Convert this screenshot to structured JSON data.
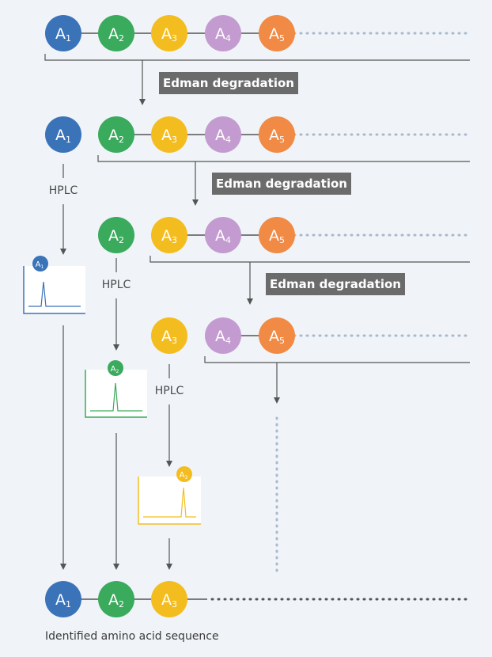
{
  "colors": {
    "a1": "#3b73b9",
    "a2": "#3aaa5c",
    "a3": "#f4bd1f",
    "a4": "#c39bd0",
    "a5": "#f08a45",
    "line": "#555555",
    "dots": "#a9b9cc",
    "label_bg": "#6b6b6b"
  },
  "residues": {
    "a1": {
      "main": "A",
      "sub": "1"
    },
    "a2": {
      "main": "A",
      "sub": "2"
    },
    "a3": {
      "main": "A",
      "sub": "3"
    },
    "a4": {
      "main": "A",
      "sub": "4"
    },
    "a5": {
      "main": "A",
      "sub": "5"
    }
  },
  "labels": {
    "edman": "Edman degradation",
    "hplc": "HPLC",
    "caption": "Identified amino acid sequence"
  }
}
